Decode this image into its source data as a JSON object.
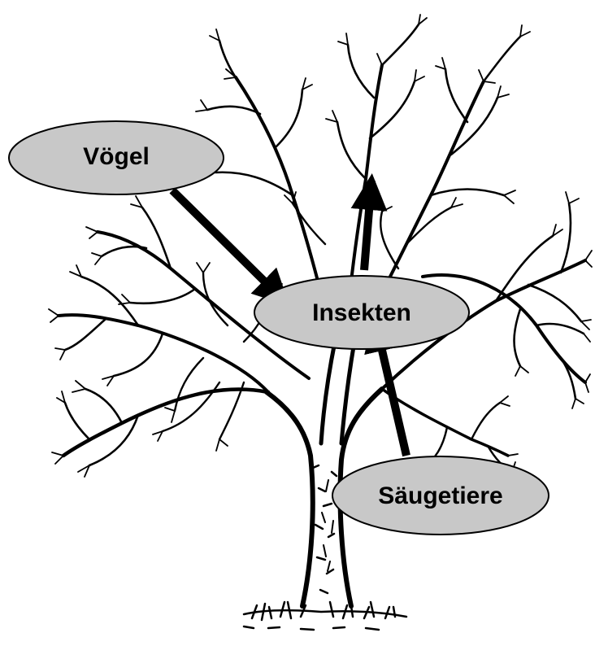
{
  "colors": {
    "ink": "#000000",
    "bubble_fill": "#c8c8c8",
    "background": "#ffffff"
  },
  "nodes": {
    "birds": {
      "label": "Vögel"
    },
    "insects": {
      "label": "Insekten"
    },
    "mammals": {
      "label": "Säugetiere"
    }
  },
  "edges": [
    {
      "from": "birds",
      "to": "insects"
    },
    {
      "from": "mammals",
      "to": "insects"
    },
    {
      "from": "insects",
      "to": "tree-crown"
    }
  ],
  "illustration": {
    "name": "tree-drawing"
  }
}
